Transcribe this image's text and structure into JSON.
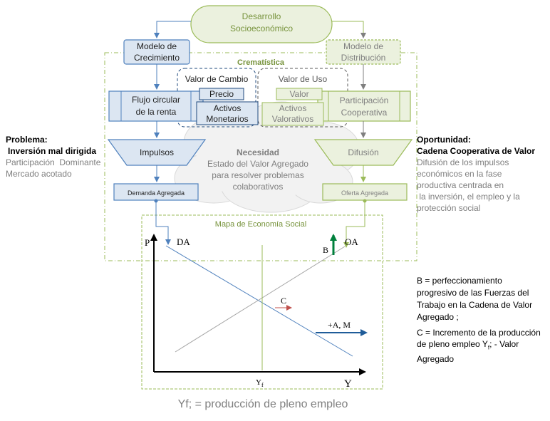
{
  "top": {
    "line1": "Desarrollo",
    "line2": "Socioeconómico"
  },
  "modelo_crecimiento": {
    "line1": "Modelo de",
    "line2": "Crecimiento"
  },
  "modelo_distribucion": {
    "line1": "Modelo de",
    "line2": "Distribución"
  },
  "crematistica": "Crematística",
  "valor_cambio": {
    "title": "Valor de Cambio",
    "precio": "Precio",
    "activos_line1": "Activos",
    "activos_line2": "Monetarios"
  },
  "valor_uso": {
    "title": "Valor de Uso",
    "valor": "Valor",
    "activos_line1": "Activos",
    "activos_line2": "Valorativos"
  },
  "flujo": {
    "line1": "Flujo circular",
    "line2": "de la renta"
  },
  "participacion": {
    "line1": "Participación",
    "line2": "Cooperativa"
  },
  "impulsos": "Impulsos",
  "difusion": "Difusión",
  "necesidad": {
    "title": "Necesidad",
    "line1": "Estado del Valor Agregado",
    "line2": "para  resolver problemas",
    "line3": "colaborativos"
  },
  "demanda_agregada": "Demanda Agregada",
  "oferta_agregada": "Oferta Agregada",
  "problema": {
    "title": "Problema:",
    "subtitle": "Inversión mal dirigida",
    "line1": "Participación  Dominante",
    "line2": "Mercado acotado"
  },
  "oportunidad": {
    "title": "Oportunidad:",
    "subtitle": "Cadena Cooperativa de Valor",
    "lines": [
      "Difusión de los impulsos",
      "económicos en la fase",
      "productiva centrada en",
      " la inversión, el empleo y la",
      "protección social"
    ]
  },
  "mapa": "Mapa de Economía Social",
  "graph": {
    "p_axis": "P",
    "y_axis": "Y",
    "da": "DA",
    "oa": "OA",
    "b": "B",
    "c": "C",
    "am": "+A, M",
    "yf_main": "Y",
    "yf_sub": "f"
  },
  "note_b": [
    "B = perfeccionamiento",
    "progresivo de las Fuerzas del",
    "Trabajo en la Cadena de Valor",
    "Agregado ;"
  ],
  "note_c": [
    "C = Incremento de la producción",
    "de pleno empleo Y",
    "; - Valor",
    "Agregado"
  ],
  "note_c_sub": "f",
  "caption": "Yf; = producción de pleno empleo",
  "colors": {
    "blue_border": "#4f81bd",
    "blue_fill": "#dce6f2",
    "green_border": "#9bbb59",
    "green_fill": "#ebf1de",
    "dark_blue": "#1f497d",
    "green_text": "#77933c"
  }
}
